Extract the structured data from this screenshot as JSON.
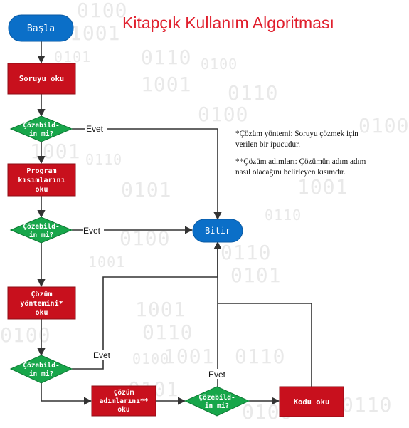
{
  "title": "Kitapçık Kullanım Algoritması",
  "notes": [
    "*Çözüm yöntemi: Soruyu çözmek için verilen bir ipucudur.",
    "**Çözüm adımları: Çözümün adım adım nasıl olacağını belirleyen kısımdır."
  ],
  "nodes": {
    "start": "Başla",
    "read_question": "Soruyu oku",
    "decision1": [
      "Çözebild-",
      "in mi?"
    ],
    "read_program": [
      "Program",
      "kısımlarını",
      "oku"
    ],
    "decision2": [
      "Çözebild-",
      "in mi?"
    ],
    "read_method": [
      "Çözüm",
      "yöntemini*",
      "oku"
    ],
    "decision3": [
      "Çözebild-",
      "in mi?"
    ],
    "read_steps": [
      "Çözüm",
      "adımlarını**",
      "oku"
    ],
    "decision4": [
      "Çözebild-",
      "in mi?"
    ],
    "read_code": "Kodu oku",
    "end": "Bitir"
  },
  "edge_labels": {
    "yes": "Evet"
  },
  "background_binary": [
    "0100",
    "1001",
    "0101",
    "0110",
    "1001",
    "0100",
    "0110",
    "0100",
    "1001",
    "0110",
    "0101",
    "1001",
    "0100",
    "0110",
    "0100",
    "1001",
    "0110",
    "0101",
    "1001",
    "0100",
    "0110",
    "0100",
    "1001",
    "0110",
    "0101",
    "0100",
    "0110"
  ],
  "colors": {
    "start_end": "#0b6fc8",
    "process": "#c8101d",
    "decision": "#17a64a",
    "title": "#e0202e",
    "line": "#333333"
  }
}
